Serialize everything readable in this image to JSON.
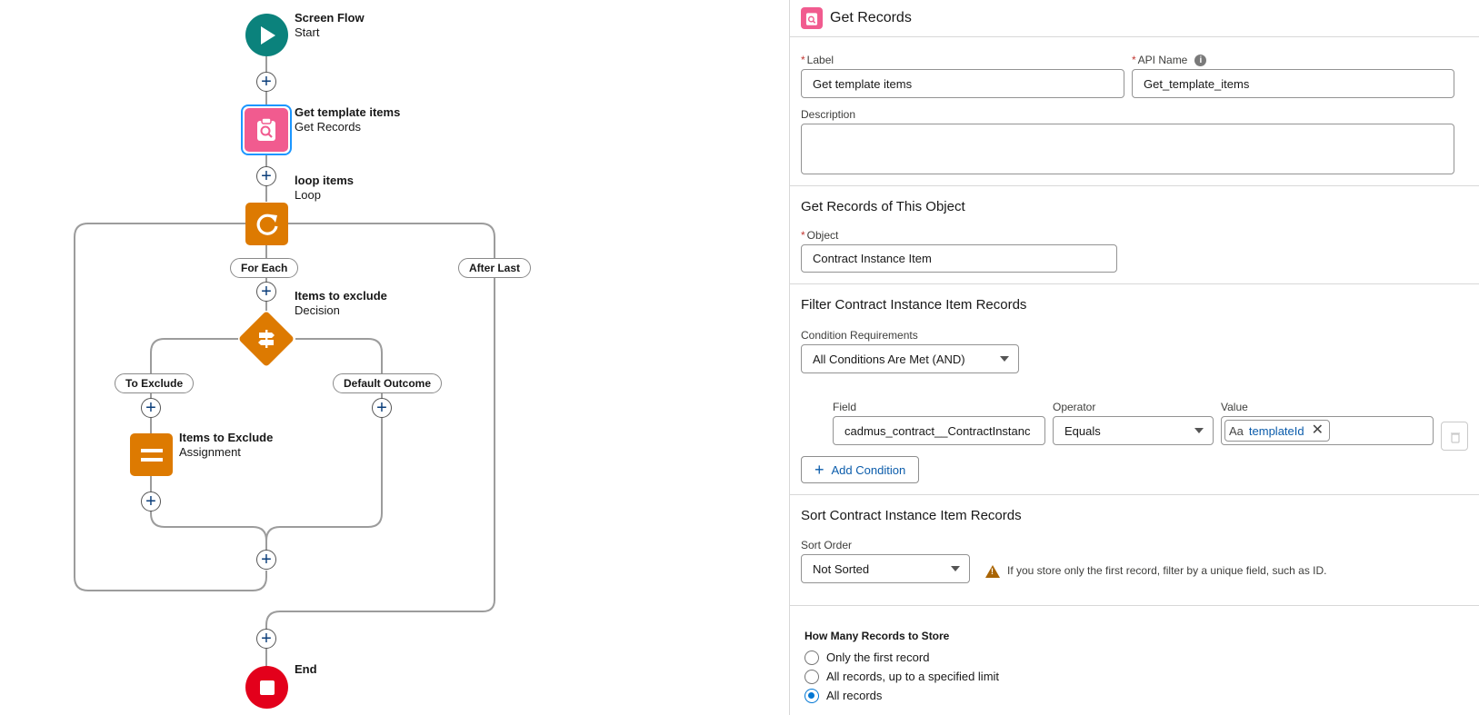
{
  "canvas": {
    "start": {
      "title": "Screen Flow",
      "subtitle": "Start"
    },
    "get_records": {
      "title": "Get template items",
      "subtitle": "Get Records"
    },
    "loop": {
      "title": "loop items",
      "subtitle": "Loop"
    },
    "decision": {
      "title": "Items to exclude",
      "subtitle": "Decision"
    },
    "assignment": {
      "title": "Items to Exclude",
      "subtitle": "Assignment"
    },
    "end": {
      "title": "End"
    },
    "pills": {
      "for_each": "For Each",
      "after_last": "After Last",
      "to_exclude": "To Exclude",
      "default_outcome": "Default Outcome"
    },
    "add_glyph": "+",
    "colors": {
      "start": "#0b827c",
      "get_records": "#f15b8f",
      "loop": "#dd7a01",
      "decision": "#dd7a01",
      "assignment": "#dd7a01",
      "end": "#e3001b",
      "selected_ring": "#1b96ff"
    },
    "icons": {
      "start": "play-icon",
      "get_records": "clipboard-search-icon",
      "loop": "loop-icon",
      "decision": "signpost-icon",
      "assignment": "equals-icon",
      "end": "stop-icon"
    }
  },
  "panel": {
    "header_title": "Get Records",
    "header_icon": "clipboard-search-icon",
    "label_label": "Label",
    "label_value": "Get template items",
    "api_label": "API Name",
    "api_value": "Get_template_items",
    "info_glyph": "i",
    "description_label": "Description",
    "description_value": "",
    "object_section_title": "Get Records of This Object",
    "object_label": "Object",
    "object_value": "Contract Instance Item",
    "filter_section_title": "Filter Contract Instance Item Records",
    "condition_req_label": "Condition Requirements",
    "condition_req_value": "All Conditions Are Met (AND)",
    "field_label": "Field",
    "field_value": "cadmus_contract__ContractInstanc",
    "operator_label": "Operator",
    "operator_value": "Equals",
    "value_label": "Value",
    "value_pill_prefix": "Aa",
    "value_pill_text": "templateId",
    "value_pill_remove": "✕",
    "add_condition_label": "Add Condition",
    "add_glyph": "+",
    "sort_section_title": "Sort Contract Instance Item Records",
    "sort_order_label": "Sort Order",
    "sort_order_value": "Not Sorted",
    "sort_warning": "If you store only the first record, filter by a unique field, such as ID.",
    "store_title": "How Many Records to Store",
    "store_options": [
      {
        "label": "Only the first record",
        "checked": false
      },
      {
        "label": "All records, up to a specified limit",
        "checked": false
      },
      {
        "label": "All records",
        "checked": true
      }
    ]
  }
}
